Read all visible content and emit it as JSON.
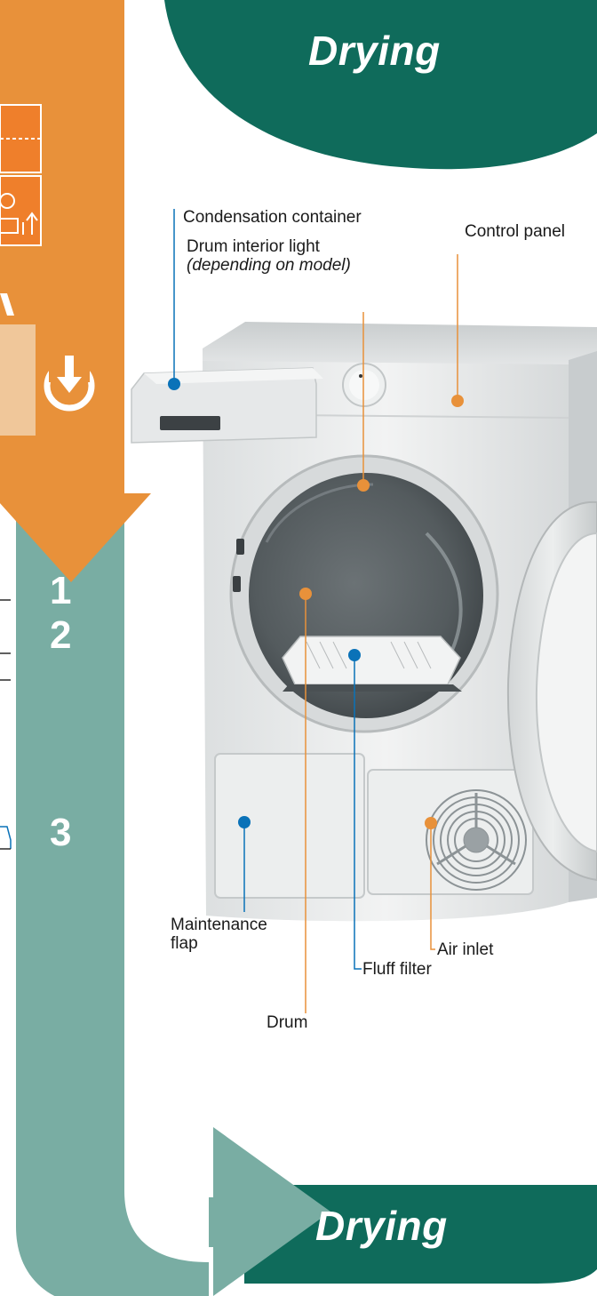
{
  "header": {
    "title": "Drying"
  },
  "footer": {
    "title": "Drying"
  },
  "steps": [
    "1",
    "2",
    "3"
  ],
  "labels": {
    "condensation_container": "Condensation container",
    "drum_interior_light": "Drum interior light",
    "drum_interior_light_note": "(depending on model)",
    "control_panel": "Control panel",
    "maintenance_flap_line1": "Maintenance",
    "maintenance_flap_line2": "flap",
    "air_inlet": "Air inlet",
    "fluff_filter": "Fluff filter",
    "drum": "Drum"
  },
  "colors": {
    "dark_green": "#0f6b5b",
    "light_green": "#79ada3",
    "orange": "#e8913a",
    "orange_dark": "#ef7f2b",
    "blue_dot": "#0a72b8",
    "orange_dot": "#e8913a"
  },
  "icons": [
    "download-arrow-icon",
    "dryer-icon"
  ]
}
